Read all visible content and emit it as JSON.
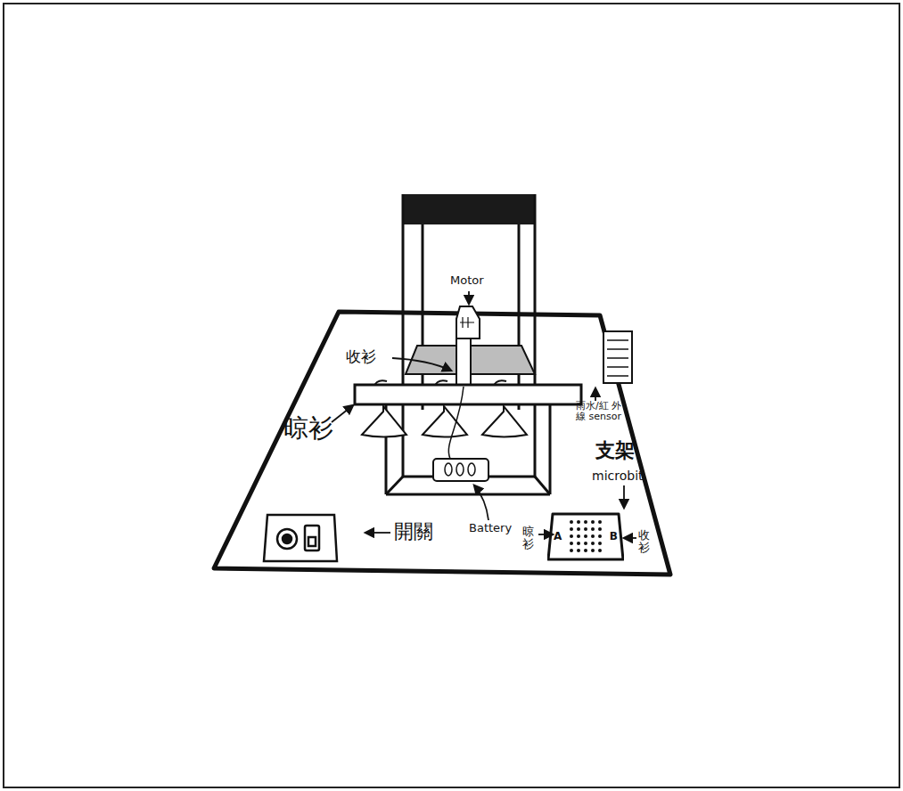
{
  "diagram": {
    "nodes": [
      {
        "text": [
          "A",
          "B"
        ]
      }
    ],
    "labels": [
      "Motor",
      "收衫",
      "晾衫",
      "雨水/紅 外線 sensor",
      "支架",
      "microbit",
      "開關",
      "Battery",
      "晾衫",
      "收衫"
    ]
  }
}
